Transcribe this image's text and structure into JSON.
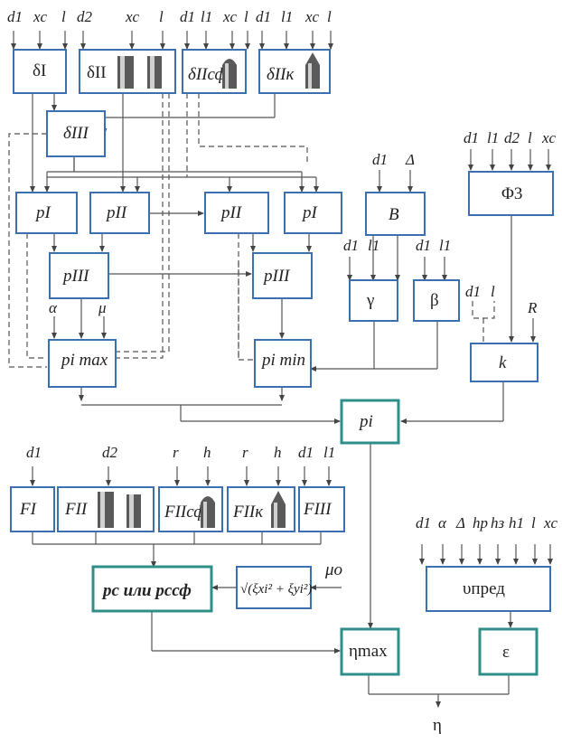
{
  "top_inputs": {
    "b1": [
      "d1",
      "xc",
      "l"
    ],
    "b2": [
      "d2",
      "xc",
      "l"
    ],
    "b3": [
      "d1",
      "l1",
      "xc",
      "l"
    ],
    "b4": [
      "d1",
      "l1",
      "xc",
      "l"
    ],
    "B": [
      "d1",
      "Δ"
    ],
    "Phi3": [
      "d1",
      "l1",
      "d2",
      "l",
      "xc"
    ],
    "gamma": [
      "d1",
      "l1"
    ],
    "beta": [
      "d1",
      "l1"
    ],
    "k": [
      "d1",
      "l",
      "R"
    ],
    "alpha": "α",
    "mu": "μ"
  },
  "blocks": {
    "delta_I": "δI",
    "delta_II": "δII",
    "delta_II_sf": "δIIсф",
    "delta_II_k": "δIIк",
    "delta_III": "δIII",
    "p_I": "pI",
    "p_II": "pII",
    "p_III": "pIII",
    "p_i_max": "pi max",
    "p_i_min": "pi min",
    "B": "B",
    "gamma": "γ",
    "beta": "β",
    "Phi3": "Φ3",
    "k": "k",
    "p_i": "pi",
    "F_I": "FI",
    "F_II": "FII",
    "F_II_sf": "FIIсф",
    "F_II_k": "FIIк",
    "F_III": "FIII",
    "pc_or": "pc или pcсф",
    "xi_expr": "√(ξxi² + ξyi²)",
    "mu_o": "μo",
    "upsilon": "υпред",
    "eta_max": "ηmax",
    "epsilon": "ε",
    "eta": "η"
  },
  "bottom_inputs": {
    "F_I": "d1",
    "F_II": "d2",
    "F_II_sf": [
      "r",
      "h"
    ],
    "F_II_k": [
      "r",
      "h"
    ],
    "F_III": [
      "d1",
      "l1"
    ],
    "upsilon": [
      "d1",
      "α",
      "Δ",
      "hp",
      "hз",
      "h1",
      "l",
      "xc"
    ]
  },
  "words": {
    "ili": "или",
    "pred": "пред",
    "sf": "сф",
    "k_sup": "к",
    "max": "max",
    "min": "min"
  },
  "colors": {
    "block_border": "#3a6fb0",
    "key_block_border": "#2f8f88",
    "line": "#555555"
  }
}
